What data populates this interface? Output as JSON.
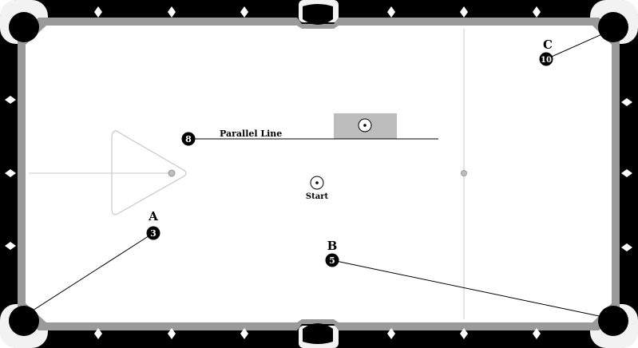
{
  "colors": {
    "rail": "#000000",
    "cushion": "#9a9a9a",
    "felt": "#ffffff",
    "corner_cap": "#f2f2f2",
    "guide_line": "#c8c8c8",
    "shot_line": "#000000",
    "box_fill": "#bdbdbd"
  },
  "labels": {
    "parallel_line": "Parallel Line",
    "start": "Start",
    "pocket_a": "A",
    "pocket_b": "B",
    "pocket_c": "C"
  },
  "balls": {
    "eight": "8",
    "three": "3",
    "five": "5",
    "ten": "10"
  },
  "icons": {
    "diamond": "diamond-icon",
    "pocket": "pocket-icon",
    "cue_ball": "cue-ball-icon"
  }
}
